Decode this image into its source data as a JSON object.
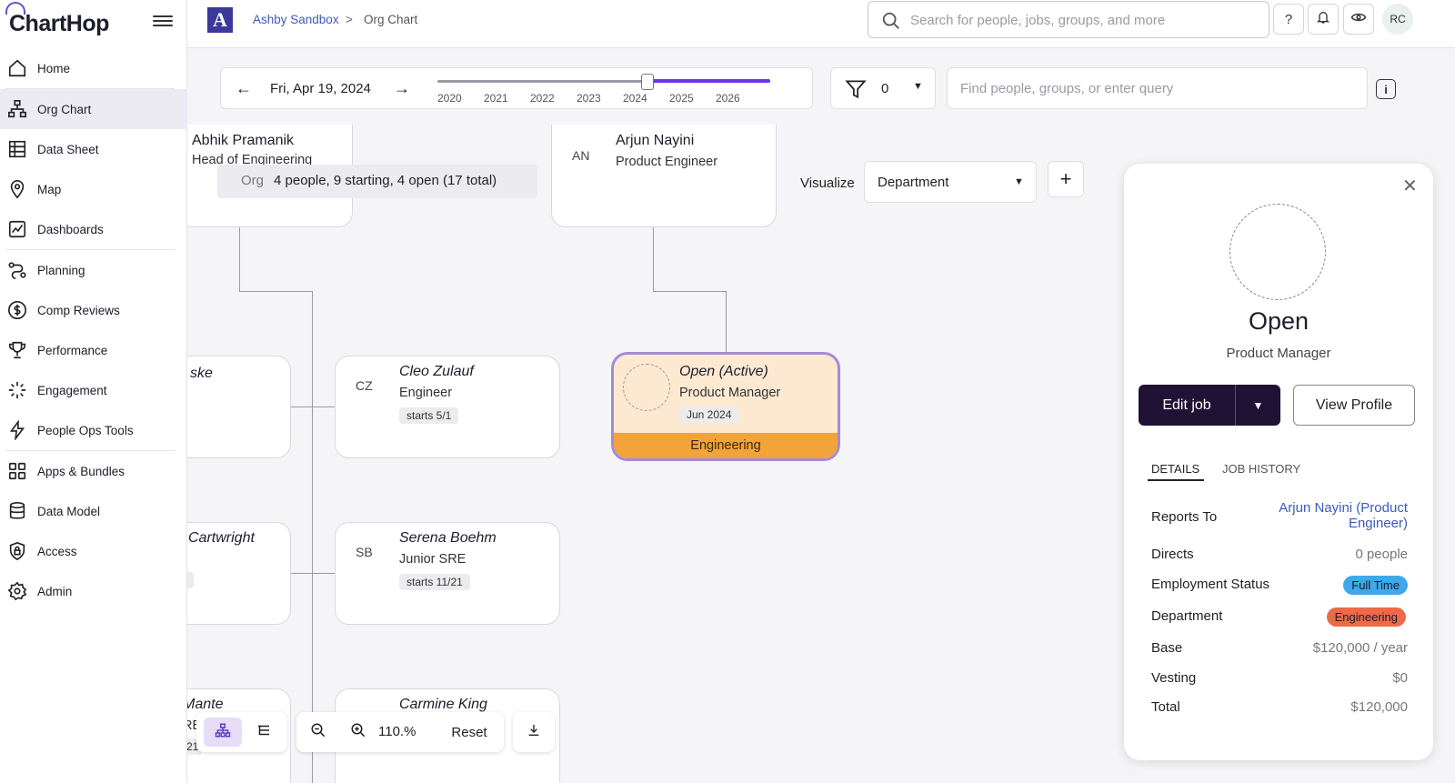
{
  "app": {
    "name": "ChartHop"
  },
  "sidebar": {
    "items": [
      {
        "label": "Home",
        "icon": "home-icon"
      },
      {
        "label": "Org Chart",
        "icon": "org-chart-icon"
      },
      {
        "label": "Data Sheet",
        "icon": "data-sheet-icon"
      },
      {
        "label": "Map",
        "icon": "map-pin-icon"
      },
      {
        "label": "Dashboards",
        "icon": "dashboard-icon"
      },
      {
        "label": "Planning",
        "icon": "planning-icon"
      },
      {
        "label": "Comp Reviews",
        "icon": "dollar-icon"
      },
      {
        "label": "Performance",
        "icon": "trophy-icon"
      },
      {
        "label": "Engagement",
        "icon": "sparkle-icon"
      },
      {
        "label": "People Ops Tools",
        "icon": "bolt-icon"
      },
      {
        "label": "Apps & Bundles",
        "icon": "apps-grid-icon"
      },
      {
        "label": "Data Model",
        "icon": "database-icon"
      },
      {
        "label": "Access",
        "icon": "shield-lock-icon"
      },
      {
        "label": "Admin",
        "icon": "gear-icon"
      }
    ],
    "active": "Org Chart"
  },
  "header": {
    "workspace_icon": "A",
    "breadcrumb_link": "Ashby Sandbox",
    "breadcrumb_sep": ">",
    "breadcrumb_current": "Org Chart",
    "search_placeholder": "Search for people, jobs, groups, and more",
    "help_label": "?",
    "avatar_initials": "RC"
  },
  "timeline": {
    "date": "Fri, Apr 19, 2024",
    "years": [
      "2020",
      "2021",
      "2022",
      "2023",
      "2024",
      "2025",
      "2026"
    ]
  },
  "filter": {
    "count": "0"
  },
  "query": {
    "placeholder": "Find people, groups, or enter query"
  },
  "org_summary": {
    "prefix": "Org",
    "text": "4 people, 9 starting, 4 open (17 total)"
  },
  "visualize": {
    "label": "Visualize",
    "value": "Department",
    "add_label": "+"
  },
  "cards": {
    "abhik": {
      "name": "Abhik Pramanik",
      "title": "Head of Engineering"
    },
    "arjun": {
      "initials": "AN",
      "name": "Arjun Nayini",
      "title": "Product Engineer"
    },
    "left1": {
      "name": "ske",
      "title": ""
    },
    "cleo": {
      "initials": "CZ",
      "name": "Cleo Zulauf",
      "title": "Engineer",
      "badge": "starts 5/1"
    },
    "open": {
      "name": "Open (Active)",
      "title": "Product Manager",
      "badge": "Jun 2024",
      "department": "Engineering",
      "dept_color": "#f2a33a"
    },
    "left2": {
      "name": "Cartwright"
    },
    "serena": {
      "initials": "SB",
      "name": "Serena Boehm",
      "title": "Junior SRE",
      "badge": "starts 11/21"
    },
    "left3": {
      "name": "Mante",
      "title": "RE",
      "badge": "21"
    },
    "carmine": {
      "name": "Carmine King"
    }
  },
  "zoom": {
    "level": "110.%",
    "reset_label": "Reset"
  },
  "panel": {
    "name": "Open",
    "title": "Product Manager",
    "edit_label": "Edit job",
    "view_label": "View Profile",
    "tabs": [
      "DETAILS",
      "JOB HISTORY"
    ],
    "rows": {
      "reports_to": {
        "label": "Reports To",
        "value_line1": "Arjun Nayini (Product",
        "value_line2": "Engineer)"
      },
      "directs": {
        "label": "Directs",
        "value": "0 people"
      },
      "employment": {
        "label": "Employment Status",
        "value": "Full Time",
        "color": "#3ea8e8"
      },
      "department": {
        "label": "Department",
        "value": "Engineering",
        "color": "#ec6a48"
      },
      "base": {
        "label": "Base",
        "value": "$120,000 / year"
      },
      "vesting": {
        "label": "Vesting",
        "value": "$0"
      },
      "total": {
        "label": "Total",
        "value": "$120,000"
      }
    }
  },
  "colors": {
    "accent": "#6b35e8",
    "brand_dark": "#1f1235",
    "link": "#3b5bb8"
  }
}
